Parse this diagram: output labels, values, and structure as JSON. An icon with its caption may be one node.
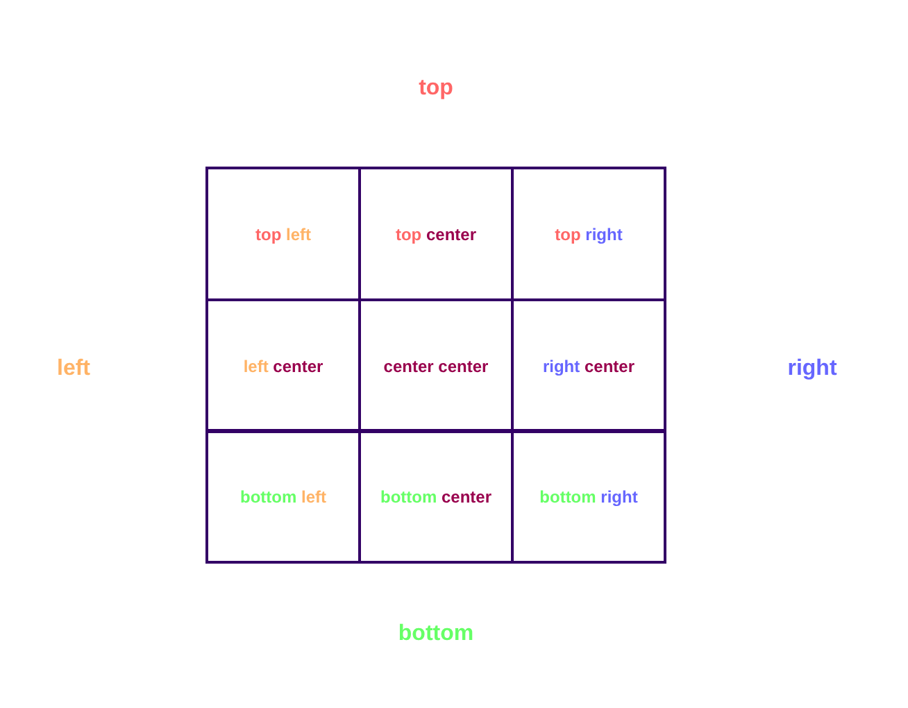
{
  "diagram": {
    "nodes": [
      {
        "text": [
          "top left"
        ]
      },
      {
        "text": [
          "top center"
        ]
      },
      {
        "text": [
          "top right"
        ]
      },
      {
        "text": [
          "left center"
        ]
      },
      {
        "text": [
          "center center"
        ]
      },
      {
        "text": [
          "right center"
        ]
      },
      {
        "text": [
          "bottom left"
        ]
      },
      {
        "text": [
          "bottom center"
        ]
      },
      {
        "text": [
          "bottom right"
        ]
      }
    ],
    "labels": [
      "top",
      "left",
      "right",
      "bottom"
    ]
  }
}
